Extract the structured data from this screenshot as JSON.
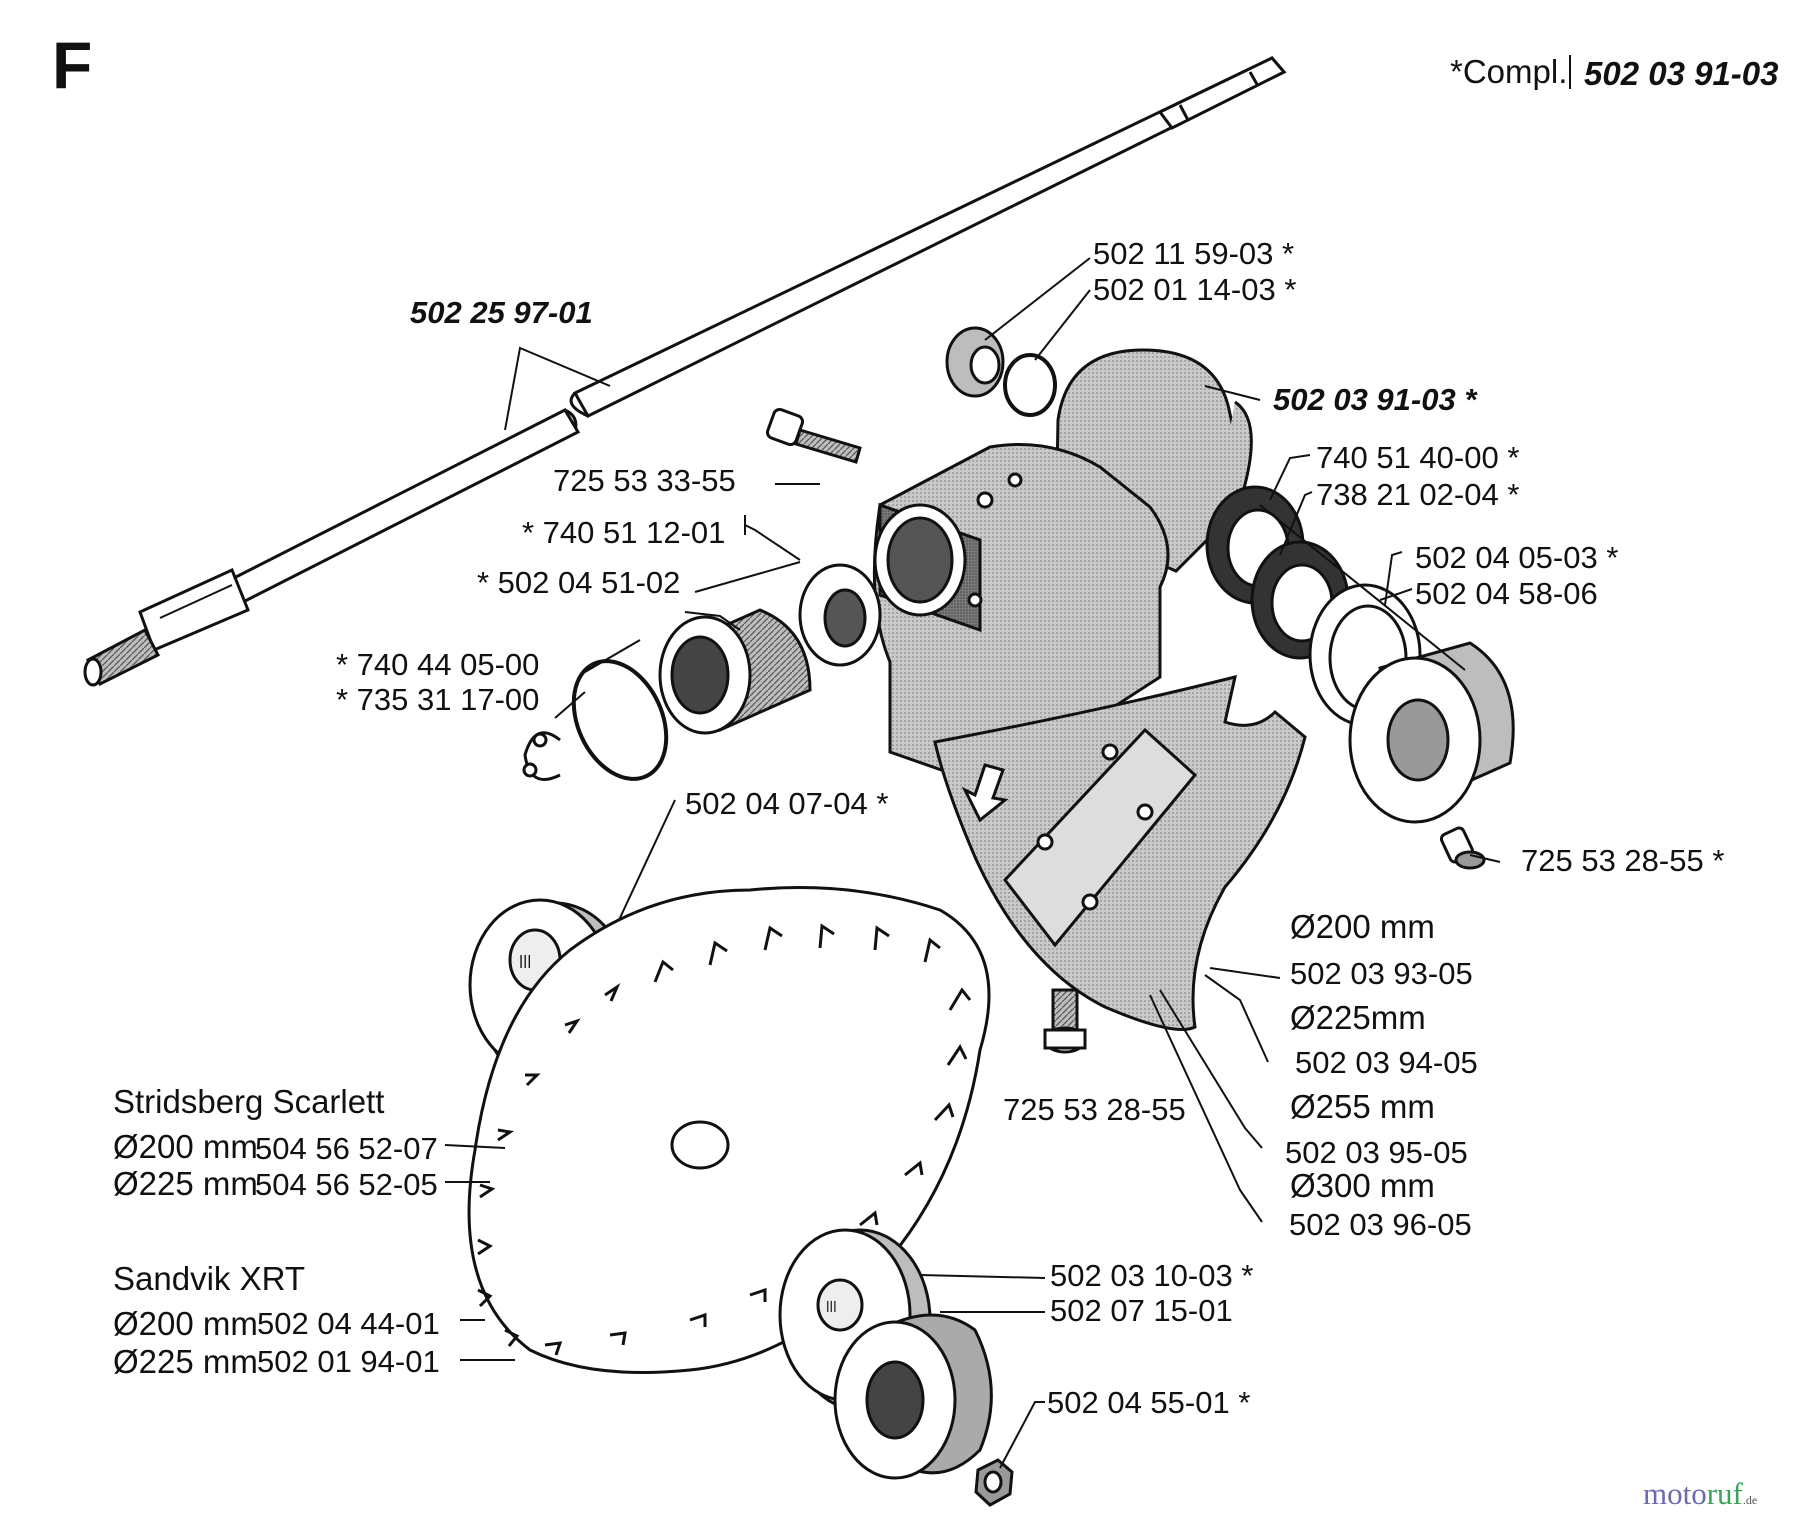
{
  "section_letter": "F",
  "header": {
    "compl_label": "*Compl.",
    "compl_part": "502 03 91-03"
  },
  "labels": {
    "shaft": "502 25 97-01",
    "p_502_11_59_03": "502 11 59-03 *",
    "p_502_01_14_03": "502 01 14-03 *",
    "gear_housing": "502 03 91-03 *",
    "p_725_53_33_55": "725 53 33-55",
    "p_740_51_40_00": "740 51 40-00 *",
    "p_738_21_02_04": "738 21 02-04 *",
    "p_740_51_12_01": "* 740 51 12-01",
    "p_502_04_51_02": "* 502 04 51-02",
    "p_502_04_05_03": "502 04 05-03 *",
    "p_502_04_58_06": "502 04 58-06",
    "p_740_44_05_00": "* 740 44 05-00",
    "p_735_31_17_00": "* 735 31 17-00",
    "p_502_04_07_04": "502 04 07-04 *",
    "p_725_53_28_55_star": "725 53 28-55 *",
    "d200": "Ø200 mm",
    "p_502_03_93_05": "502 03 93-05",
    "d225": "Ø225mm",
    "p_502_03_94_05": "502 03 94-05",
    "d255": "Ø255 mm",
    "p_725_53_28_55": "725 53 28-55",
    "p_502_03_95_05": "502 03 95-05",
    "d300": "Ø300 mm",
    "p_502_03_96_05": "502 03 96-05",
    "p_502_03_10_03": "502 03 10-03 *",
    "p_502_07_15_01": "502 07 15-01",
    "p_502_04_55_01": "502 04 55-01 *"
  },
  "blade_lists": [
    {
      "title": "Stridsberg Scarlett",
      "rows": [
        {
          "size": "Ø200 mm",
          "part": "504 56 52-07"
        },
        {
          "size": "Ø225 mm",
          "part": "504 56 52-05"
        }
      ]
    },
    {
      "title": "Sandvik XRT",
      "rows": [
        {
          "size": "Ø200 mm",
          "part": "502 04 44-01"
        },
        {
          "size": "Ø225 mm",
          "part": "502 01 94-01"
        }
      ]
    }
  ],
  "watermark": {
    "left": "moto",
    "right": "ruf",
    "tld": ".de"
  }
}
